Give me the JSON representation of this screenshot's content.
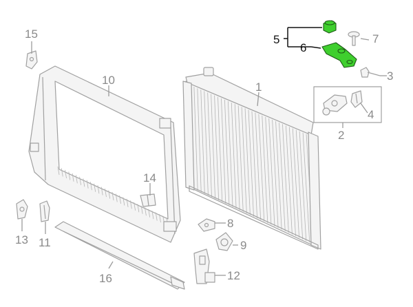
{
  "diagram": {
    "highlight_color": "#3fcf2e",
    "line_color": "#a0a0a0",
    "callouts": {
      "c1": "1",
      "c2": "2",
      "c3": "3",
      "c4": "4",
      "c5": "5",
      "c6": "6",
      "c7": "7",
      "c8": "8",
      "c9": "9",
      "c10": "10",
      "c11": "11",
      "c12": "12",
      "c13": "13",
      "c14": "14",
      "c15": "15",
      "c16": "16"
    }
  }
}
